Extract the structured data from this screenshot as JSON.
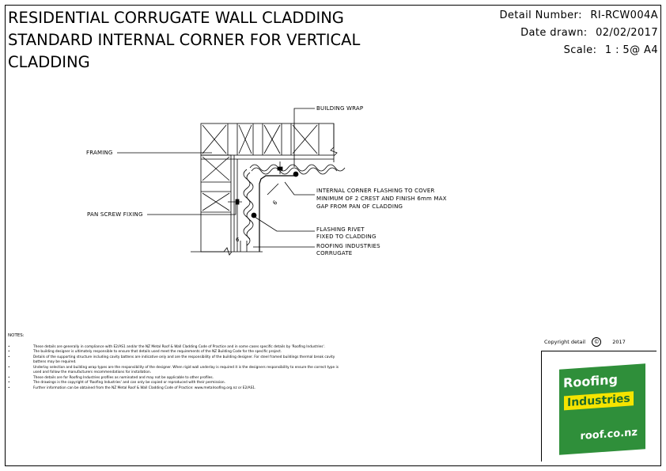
{
  "title": {
    "line1": "RESIDENTIAL CORRUGATE WALL CLADDING",
    "line2": "STANDARD INTERNAL CORNER FOR VERTICAL",
    "line3": "CLADDING"
  },
  "meta": {
    "detail_label": "Detail Number:",
    "detail_value": "RI-RCW004A",
    "date_label": "Date drawn:",
    "date_value": "02/02/2017",
    "scale_label": "Scale:",
    "scale_value": "1 : 5@ A4"
  },
  "labels": {
    "building_wrap": "BUILDING WRAP",
    "framing": "FRAMING",
    "pan_screw": "PAN SCREW FIXING",
    "flashing1": "INTERNAL CORNER FLASHING TO COVER",
    "flashing2": "MINIMUM OF 2 CREST AND FINISH 6mm MAX",
    "flashing3": "GAP FROM PAN OF CLADDING",
    "rivet1": "FLASHING RIVET",
    "rivet2": "FIXED TO CLADDING",
    "corrugate1": "ROOFING INDUSTRIES",
    "corrugate2": "CORRUGATE",
    "dim_right": "6",
    "dim_bottom": "6"
  },
  "notes": {
    "title": "NOTES:",
    "items": [
      "These details are generally in compliance with E2/AS1 and/or the NZ Metal Roof & Wall Cladding Code of Practice and in some cases specific details by 'Roofing Industries'.",
      "The building designer is ultimately responsible to ensure that details used meet the requirements of the NZ Building Code for the specific project.",
      "Details of the supporting structure including cavity battens are indicative only and are the responsibility of the building designer. For steel framed buildings thermal break cavity battens may be required.",
      "Underlay selection and building wrap types are the responsibility of the designer. When rigid wall underlay is required it is the designers responsibility to ensure the correct type is used and follow the manufacturers recommendations for installation.",
      "These details are for Roofing Industries profiles as nominated and may not be applicable to other profiles.",
      "The drawings is the copyright of 'Roofing Industries' and can only be copied or reproduced with their permission.",
      "Further information can be obtained from the NZ Metal Roof & Wall Cladding Code of Practice: www.metalroofing.org.nz or E2/AS1."
    ]
  },
  "copyright": {
    "label": "Copyright detail",
    "year": "2017"
  },
  "logo": {
    "line1": "Roofing",
    "line2": "Industries",
    "line3": "roof.co.nz",
    "green": "#2f8f3a",
    "yellow": "#f5e400"
  }
}
